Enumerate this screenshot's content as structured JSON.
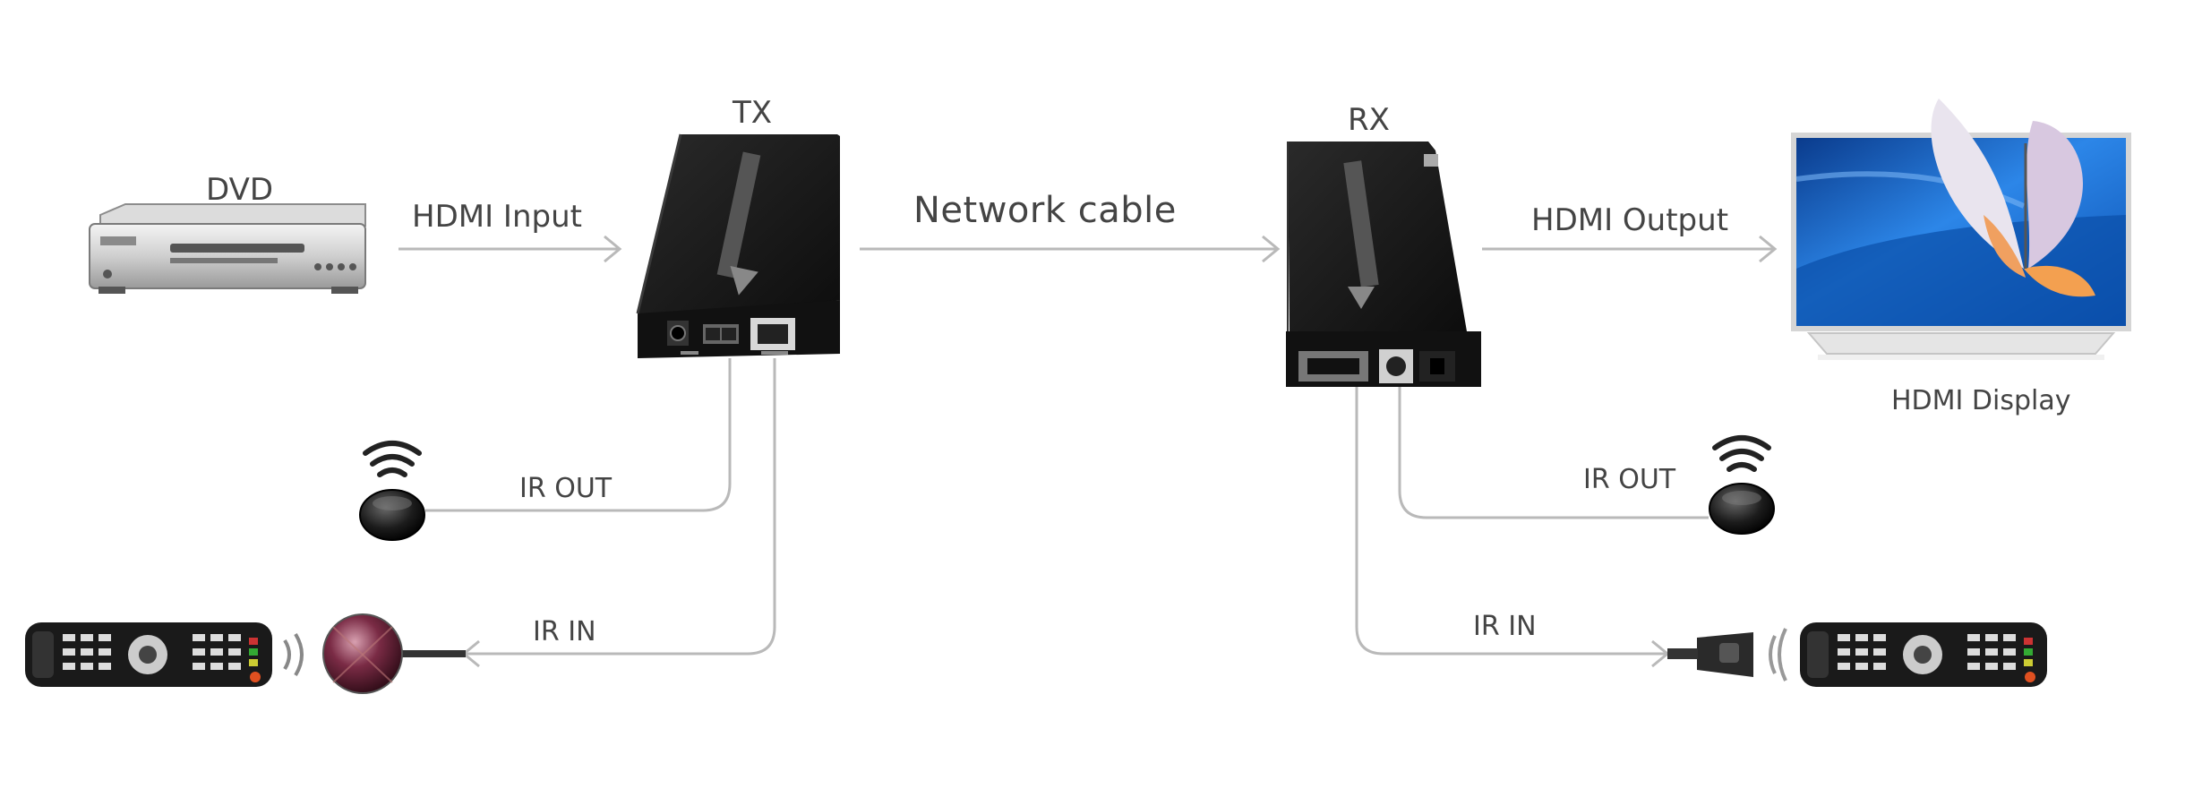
{
  "labels": {
    "dvd": "DVD",
    "hdmi_input": "HDMI Input",
    "tx": "TX",
    "network_cable": "Network cable",
    "rx": "RX",
    "hdmi_output": "HDMI Output",
    "hdmi_display": "HDMI Display",
    "tx_ir_out": "IR OUT",
    "tx_ir_in": "IR IN",
    "rx_ir_out": "IR OUT",
    "rx_ir_in": "IR IN"
  },
  "colors": {
    "line": "#b9b9b9",
    "text": "#444444",
    "device_body": "#1c1c1c",
    "tv_screen": "#1f6fd6"
  },
  "icons": [
    "dvd-player-icon",
    "tx-extender-icon",
    "rx-extender-icon",
    "hdmi-display-icon",
    "ir-emitter-icon",
    "ir-receiver-icon",
    "remote-control-icon"
  ]
}
